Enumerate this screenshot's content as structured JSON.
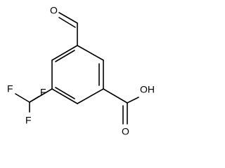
{
  "molecule": {
    "name": "",
    "atoms": {
      "aldehyde_oxygen": "O",
      "carbonyl_oxygen": "O",
      "hydroxyl": "OH",
      "fluorine_1": "F",
      "fluorine_2": "F",
      "fluorine_3": "F"
    },
    "colors": {
      "bond": "#000000",
      "label": "#000000",
      "background": "#ffffff"
    }
  }
}
